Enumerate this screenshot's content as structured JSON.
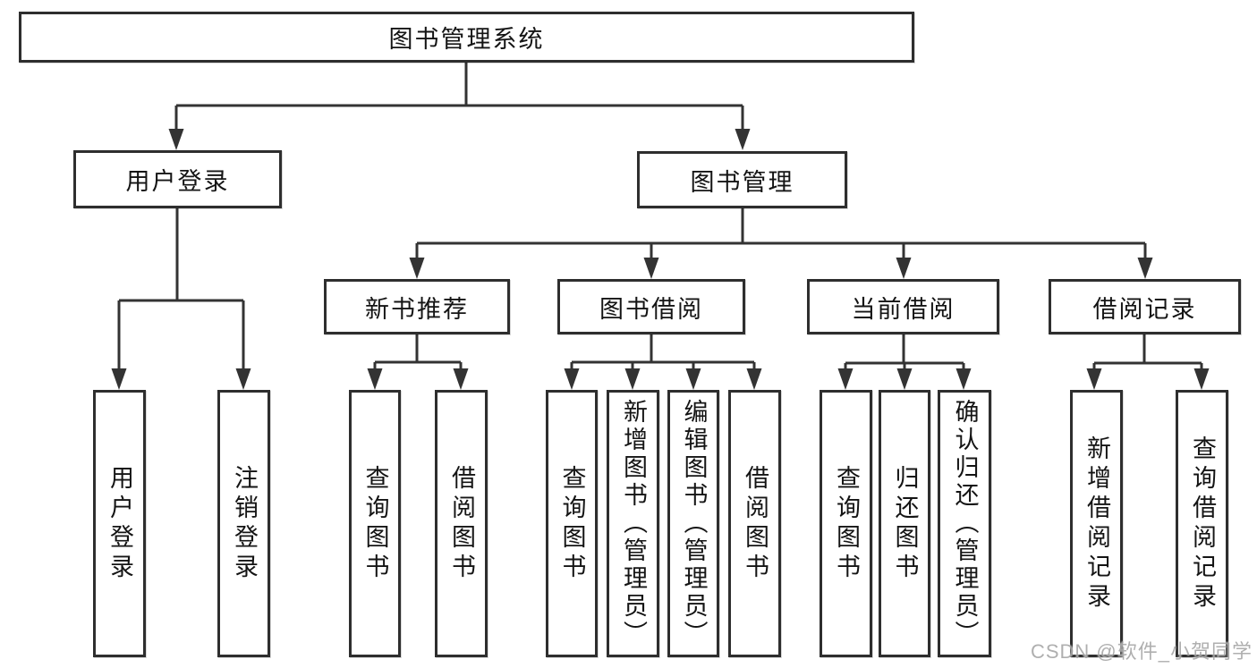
{
  "diagram": {
    "root": {
      "label": "图书管理系统"
    },
    "level2": {
      "user_login": {
        "label": "用户登录"
      },
      "book_mgmt": {
        "label": "图书管理"
      }
    },
    "level3": {
      "new_book_rec": {
        "label": "新书推荐"
      },
      "book_borrow": {
        "label": "图书借阅"
      },
      "current_borrow": {
        "label": "当前借阅"
      },
      "borrow_record": {
        "label": "借阅记录"
      }
    },
    "leaves": {
      "login": {
        "label": "用户登录"
      },
      "logout": {
        "label": "注销登录"
      },
      "rec_query": {
        "label": "查询图书"
      },
      "rec_borrow": {
        "label": "借阅图书"
      },
      "bb_query": {
        "label": "查询图书"
      },
      "bb_add": {
        "label": "新增图书（管理员）"
      },
      "bb_edit": {
        "label": "编辑图书（管理员）"
      },
      "bb_borrow": {
        "label": "借阅图书"
      },
      "cb_query": {
        "label": "查询图书"
      },
      "cb_return": {
        "label": "归还图书"
      },
      "cb_confirm": {
        "label": "确认归还（管理员）"
      },
      "br_add": {
        "label": "新增借阅记录"
      },
      "br_query": {
        "label": "查询借阅记录"
      }
    }
  },
  "watermark": {
    "text": "CSDN @软件_小贺同学"
  },
  "colors": {
    "line": "#333333",
    "box_border": "#2e2e2e",
    "text": "#141414",
    "watermark": "#9b9b9b"
  }
}
